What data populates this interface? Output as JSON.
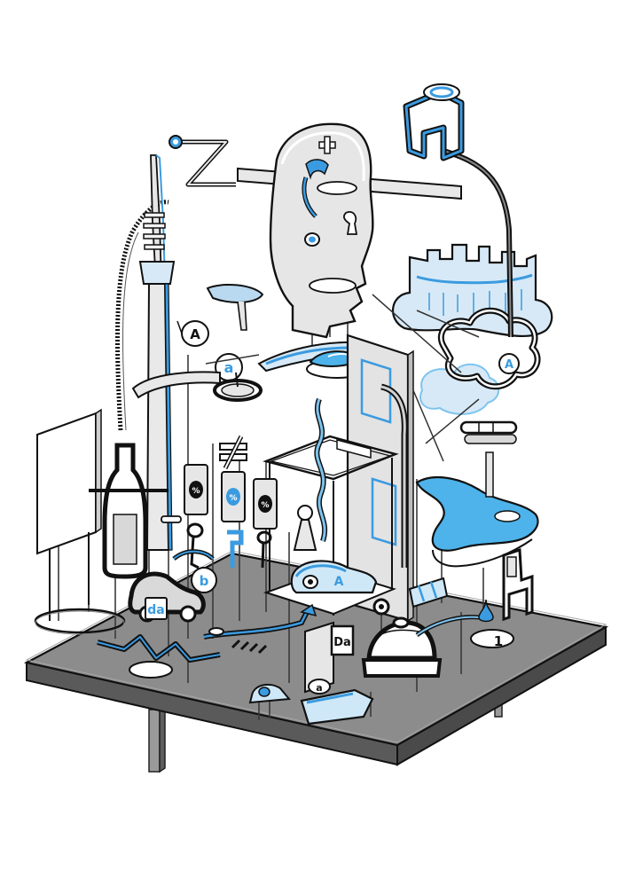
{
  "illustration": {
    "labels": {
      "tower_circle": "A",
      "cloud_circle": "A",
      "circle_a": "a",
      "car_label": "da",
      "car_circle": "b",
      "box_label": "Da",
      "blue_car_label": "A",
      "hole_number": "1",
      "small_circle": "a"
    },
    "colors": {
      "accent": "#3b9be0",
      "accent_fill": "#4db3ea",
      "light_blue": "#cfe8f7",
      "platform_top": "#8c8c8c",
      "platform_side": "#5a5a5a",
      "panel": "#e8e8e8",
      "outline": "#111111"
    }
  }
}
